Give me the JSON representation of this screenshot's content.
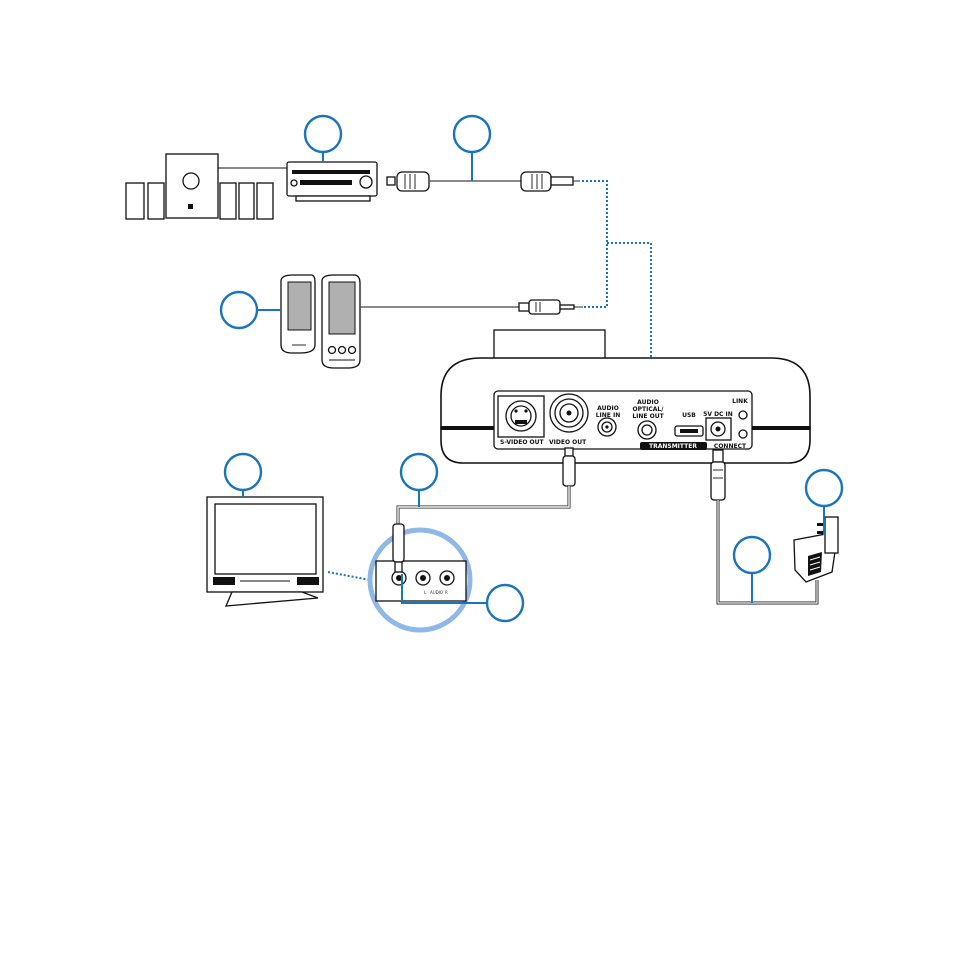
{
  "transmitter": {
    "ports": {
      "s_video_out": "S-VIDEO OUT",
      "video_out": "VIDEO OUT",
      "audio_line_in": [
        "AUDIO",
        "LINE IN"
      ],
      "audio_optical_line_out": [
        "AUDIO",
        "OPTICAL/",
        "LINE OUT"
      ],
      "usb": "USB",
      "dc_in": "5V DC IN",
      "link": "LINK",
      "connect": "CONNECT"
    },
    "name_band": "TRANSMITTER"
  },
  "tv_panel": {
    "jack_labels": [
      "L",
      "AUDIO",
      "R"
    ]
  },
  "colors": {
    "callout": "#1b75bc",
    "device_ink": "#111111",
    "tv_panel_ring": "#8fb8e6",
    "transmitter_grey": "#bdbdbd"
  }
}
